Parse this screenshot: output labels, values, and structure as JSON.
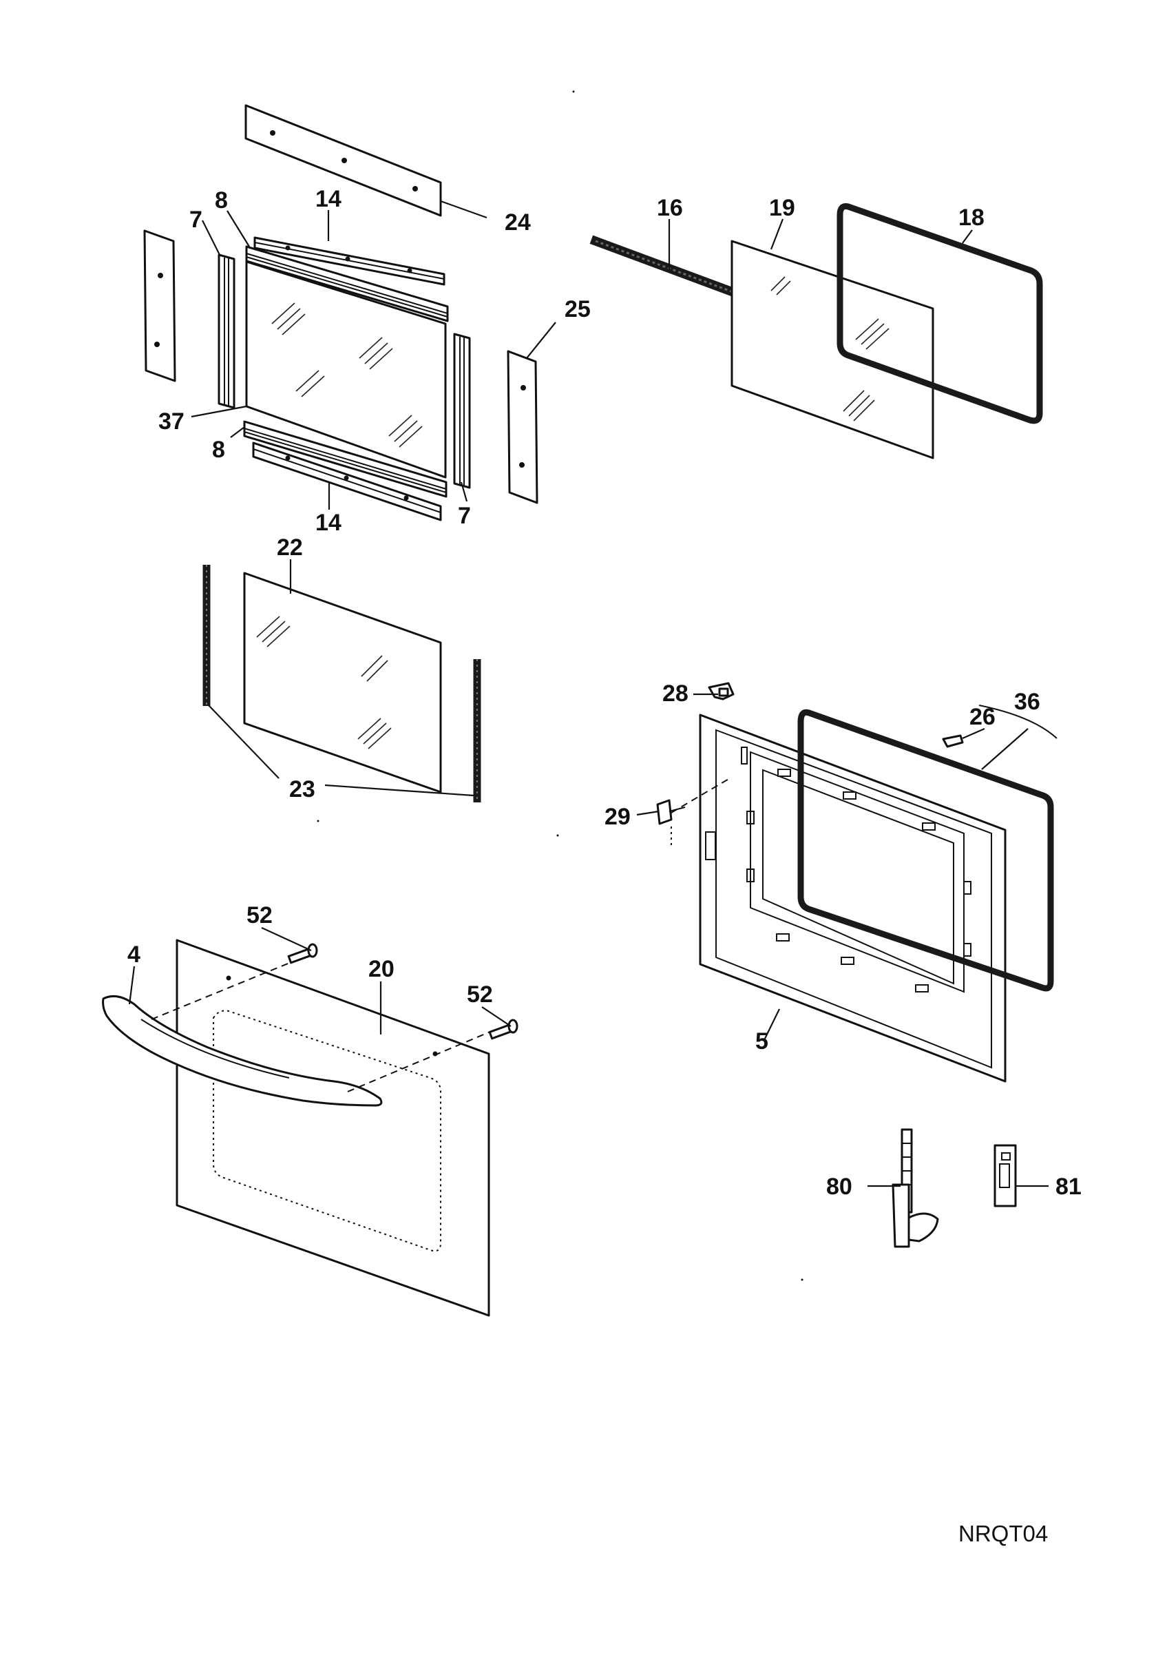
{
  "diagram": {
    "callouts": [
      "24",
      "14",
      "8",
      "7",
      "25",
      "37",
      "8",
      "14",
      "7",
      "16",
      "19",
      "18",
      "22",
      "23",
      "28",
      "36",
      "26",
      "29",
      "5",
      "52",
      "4",
      "20",
      "52",
      "80",
      "81"
    ],
    "drawing_code": "NRQT04"
  }
}
